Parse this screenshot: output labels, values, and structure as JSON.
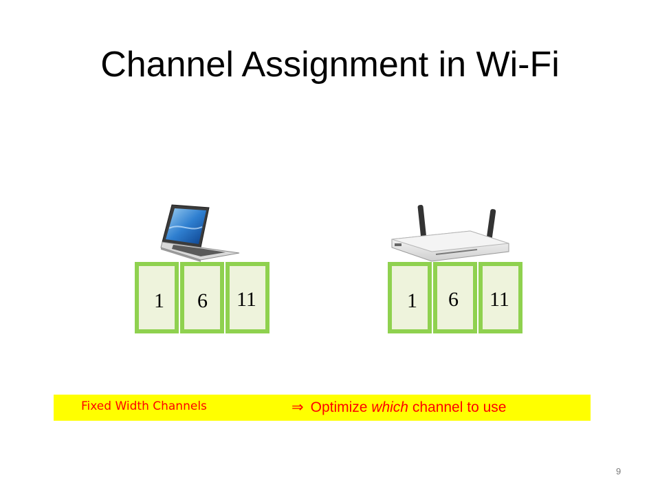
{
  "slide": {
    "title": "Channel Assignment in Wi-Fi",
    "page_number": "9"
  },
  "left_device": {
    "icon": "laptop-icon",
    "channels": [
      "1",
      "6",
      "11"
    ]
  },
  "right_device": {
    "icon": "wireless-router-icon",
    "channels": [
      "1",
      "6",
      "11"
    ]
  },
  "banner": {
    "left_text": "Fixed Width Channels",
    "arrow": "⇒",
    "right_prefix": "Optimize ",
    "right_emphasis": "which",
    "right_suffix": " channel to use"
  },
  "colors": {
    "channel_border": "#8fd14f",
    "channel_fill": "#eef3dc",
    "banner_bg": "#ffff00",
    "banner_text": "#ff0000"
  }
}
